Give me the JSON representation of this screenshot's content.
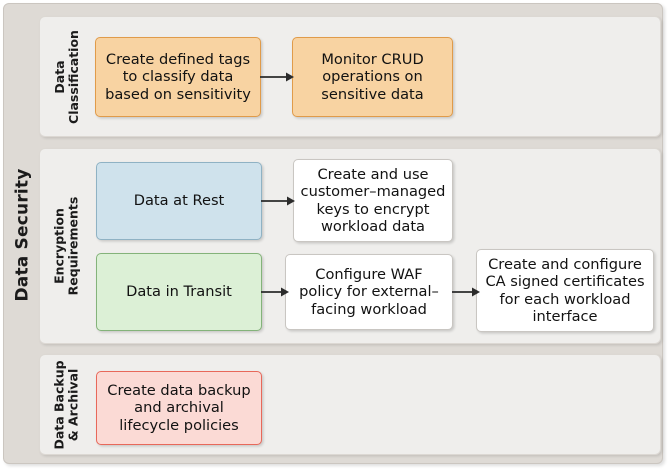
{
  "diagram": {
    "title": "Data Security",
    "sections": [
      {
        "id": "data-classification",
        "label_line1": "Data",
        "label_line2": "Classification",
        "boxes": [
          {
            "id": "create-tags",
            "text": "Create defined tags to classify data based on sensitivity",
            "color": "#f8d3a2"
          },
          {
            "id": "monitor-crud",
            "text": "Monitor CRUD operations on sensitive data",
            "color": "#f8d3a2"
          }
        ]
      },
      {
        "id": "encryption-requirements",
        "label_line1": "Encryption",
        "label_line2": "Requirements",
        "boxes": [
          {
            "id": "data-at-rest",
            "text": "Data at Rest",
            "color": "#cfe2ec"
          },
          {
            "id": "cmk-encrypt",
            "text": "Create and use customer–managed keys to encrypt workload data",
            "color": "#ffffff"
          },
          {
            "id": "data-in-transit",
            "text": "Data in Transit",
            "color": "#dcf0d6"
          },
          {
            "id": "waf-policy",
            "text": "Configure WAF policy for external–facing workload",
            "color": "#ffffff"
          },
          {
            "id": "ca-certs",
            "text": "Create and configure CA signed certificates for each workload interface",
            "color": "#ffffff"
          }
        ]
      },
      {
        "id": "data-backup-archival",
        "label_line1": "Data Backup",
        "label_line2": "& Archival",
        "boxes": [
          {
            "id": "backup-policies",
            "text": "Create data backup and archival lifecycle policies",
            "color": "#fbdad5"
          }
        ]
      }
    ],
    "arrows": [
      {
        "id": "arrow-tags-to-crud",
        "from": "create-tags",
        "to": "monitor-crud"
      },
      {
        "id": "arrow-rest-to-cmk",
        "from": "data-at-rest",
        "to": "cmk-encrypt"
      },
      {
        "id": "arrow-transit-to-waf",
        "from": "data-in-transit",
        "to": "waf-policy"
      },
      {
        "id": "arrow-waf-to-certs",
        "from": "waf-policy",
        "to": "ca-certs"
      }
    ],
    "colors": {
      "outer_frame": "#dedad5",
      "panel": "#efeeec",
      "orange": "#f8d3a2",
      "blue": "#cfe2ec",
      "green": "#dcf0d6",
      "red": "#fbdad5",
      "white": "#ffffff",
      "text": "#121212"
    }
  }
}
